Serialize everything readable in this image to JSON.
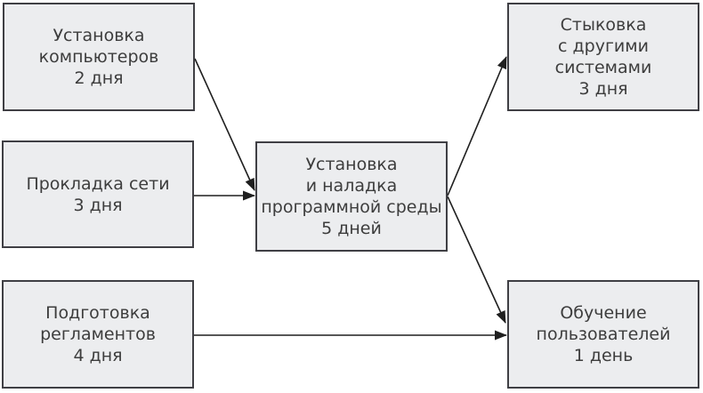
{
  "diagram": {
    "type": "flowchart",
    "background_color": "#ffffff",
    "box_fill_color": "#ecedef",
    "box_border_color": "#3f3f44",
    "arrow_color": "#1f1f1f",
    "text_color": "#3d3d3d",
    "boxes": [
      {
        "id": "install-computers",
        "lines": [
          "Установка",
          "компьютеров",
          "2 дня"
        ]
      },
      {
        "id": "network-cabling",
        "lines": [
          "Прокладка сети",
          "3 дня"
        ]
      },
      {
        "id": "prepare-regulations",
        "lines": [
          "Подготовка",
          "регламентов",
          "4 дня"
        ]
      },
      {
        "id": "software-setup",
        "lines": [
          "Установка",
          "и наладка",
          "программной среды",
          "5 дней"
        ]
      },
      {
        "id": "systems-integration",
        "lines": [
          "Стыковка",
          "с другими",
          "системами",
          "3 дня"
        ]
      },
      {
        "id": "user-training",
        "lines": [
          "Обучение",
          "пользователей",
          "1 день"
        ]
      }
    ],
    "edges": [
      {
        "from": "install-computers",
        "to": "software-setup"
      },
      {
        "from": "network-cabling",
        "to": "software-setup"
      },
      {
        "from": "software-setup",
        "to": "systems-integration"
      },
      {
        "from": "software-setup",
        "to": "user-training"
      },
      {
        "from": "prepare-regulations",
        "to": "user-training"
      }
    ]
  }
}
